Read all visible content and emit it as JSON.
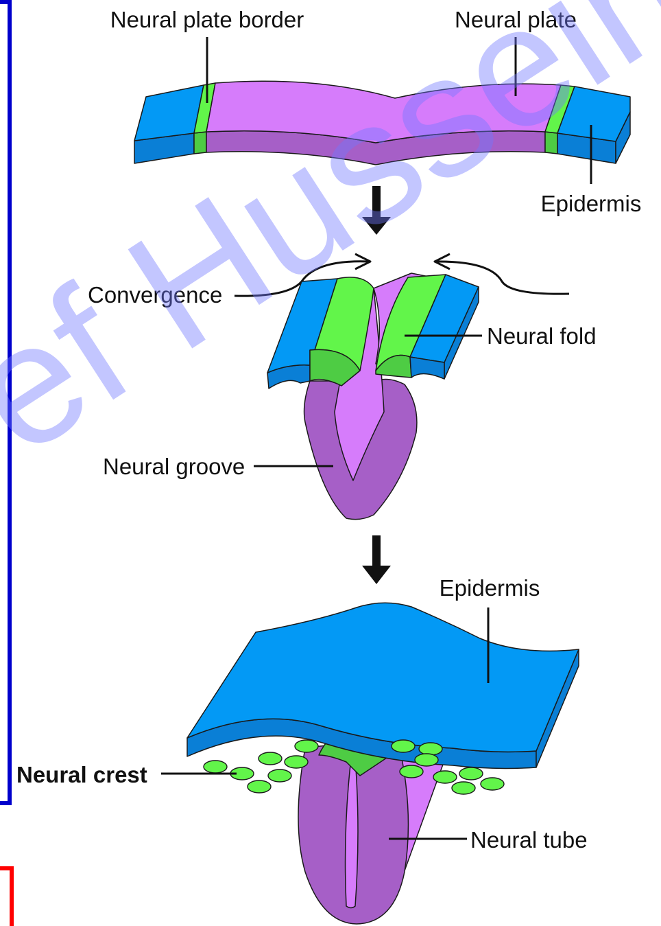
{
  "labels": {
    "neural_plate_border": "Neural plate border",
    "neural_plate": "Neural plate",
    "epidermis_top": "Epidermis",
    "convergence": "Convergence",
    "neural_fold": "Neural fold",
    "neural_groove": "Neural groove",
    "epidermis_bottom": "Epidermis",
    "neural_crest": "Neural crest",
    "neural_tube": "Neural tube"
  },
  "watermark": {
    "text": "ef Hussein"
  },
  "colors": {
    "epidermis": "#0399f5",
    "epidermis_side": "#0a7fd6",
    "border_green": "#62f54a",
    "border_green_dark": "#4ecc44",
    "neural_plate": "#d67cfb",
    "neural_plate_side": "#a65fc7",
    "frame_blue": "#0000cc",
    "frame_red": "#ff0000",
    "watermark": "#6f78ff"
  }
}
